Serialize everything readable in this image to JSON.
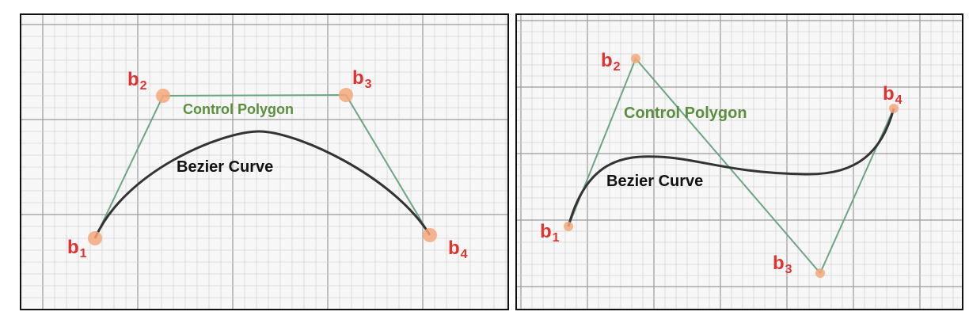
{
  "colors": {
    "polygon": "#6aa682",
    "curve": "#333333",
    "point": "#f4a87a",
    "label_red": "#e0332f",
    "label_green": "#5b8f3e",
    "grid_minor": "#d4d4d4",
    "grid_major": "#9a9a9a"
  },
  "panels": [
    {
      "polygon_label": "Control Polygon",
      "curve_label": "Bezier Curve",
      "points": [
        {
          "base": "b",
          "sub": "1"
        },
        {
          "base": "b",
          "sub": "2"
        },
        {
          "base": "b",
          "sub": "3"
        },
        {
          "base": "b",
          "sub": "4"
        }
      ]
    },
    {
      "polygon_label": "Control Polygon",
      "curve_label": "Bezier Curve",
      "points": [
        {
          "base": "b",
          "sub": "1"
        },
        {
          "base": "b",
          "sub": "2"
        },
        {
          "base": "b",
          "sub": "3"
        },
        {
          "base": "b",
          "sub": "4"
        }
      ]
    }
  ]
}
